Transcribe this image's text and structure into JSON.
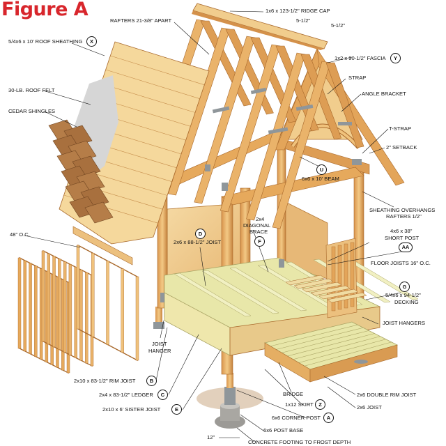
{
  "title": "Figure A",
  "labels": {
    "ridge_cap": "1x6 x 123-1/2\" RIDGE CAP",
    "ridge_dim_a": "5-1/2\"",
    "ridge_dim_b": "5-1/2\"",
    "rafters": "RAFTERS 21-3/8\" APART",
    "roof_sheathing": "5/4x6  x 10' ROOF SHEATHING",
    "roof_sheathing_badge": "X",
    "fascia": "1x2 x 90-1/2\" FASCIA",
    "fascia_badge": "Y",
    "strap": "STRAP",
    "roof_felt": "30-LB. ROOF FELT",
    "angle_bracket": "ANGLE BRACKET",
    "cedar_shingles": "CEDAR SHINGLES",
    "t_strap": "T-STRAP",
    "setback": "2\" SETBACK",
    "beam_badge": "U",
    "beam": "6x6 x 10' BEAM",
    "sheathing_overhangs_1": "SHEATHING OVERHANGS",
    "sheathing_overhangs_2": "RAFTERS 1/2\"",
    "diag_brace_1": "2x4",
    "diag_brace_2": "DIAGONAL",
    "diag_brace_3": "BRACE",
    "diag_brace_badge": "F",
    "joist_badge": "D",
    "joist": "2x6 x 88-1/2\" JOIST",
    "short_post_1": "4x6 x 38\"",
    "short_post_2": "SHORT POST",
    "short_post_badge": "AA",
    "oc_48": "48\" O.C.",
    "floor_joists": "FLOOR JOISTS 16\" O.C.",
    "decking_badge": "G",
    "decking_1": "5/4x6 x 94-1/2\"",
    "decking_2": "DECKING",
    "joist_hangers": "JOIST HANGERS",
    "joist_hanger_1": "JOIST",
    "joist_hanger_2": "HANGER",
    "rim_joist": "2x10 x 83-1/2\" RIM JOIST",
    "rim_joist_badge": "B",
    "ledger": "2x4 x 83-1/2\" LEDGER",
    "ledger_badge": "C",
    "sister_joist": "2x10 x 6' SISTER JOIST",
    "sister_joist_badge": "E",
    "bridge": "BRIDGE",
    "skirt": "1x12 SKIRT",
    "skirt_badge": "Z",
    "double_rim": "2x6 DOUBLE RIM JOIST",
    "joist_2x6": "2x6 JOIST",
    "corner_post": "6x6 CORNER POST",
    "corner_post_badge": "A",
    "post_base": "6x6 POST BASE",
    "dim_12": "12\"",
    "footing": "CONCRETE FOOTING TO FROST DEPTH"
  },
  "colors": {
    "title": "#d8262c",
    "wood_light": "#f2cf8e",
    "wood_mid": "#e5ae63",
    "wood_dark": "#c7843f",
    "deck_green": "#e8e7a9",
    "metal": "#8f969a",
    "shingle": "#a8703e",
    "felt": "#d0d0d0"
  }
}
